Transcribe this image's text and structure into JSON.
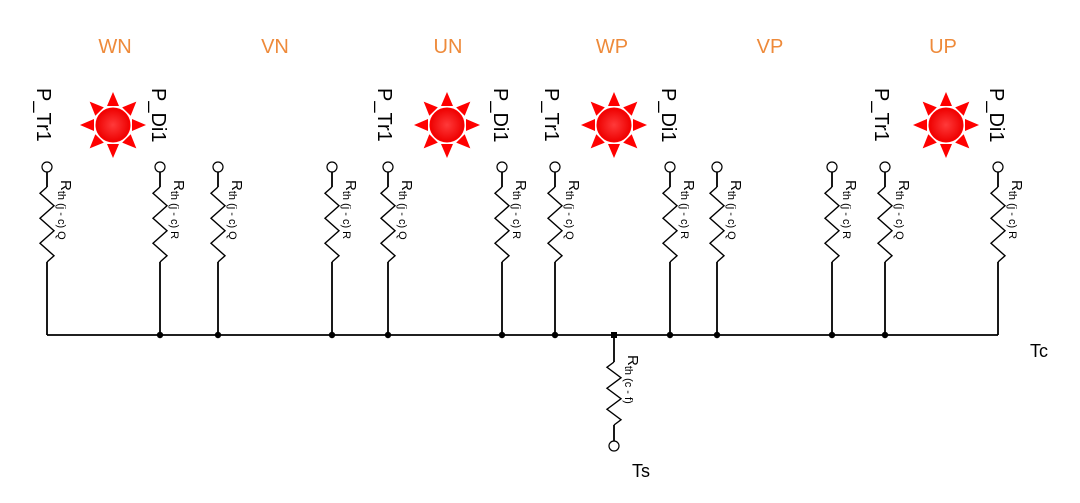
{
  "phases": [
    "WN",
    "VN",
    "UN",
    "WP",
    "VP",
    "UP"
  ],
  "heat_sources": {
    "phases": [
      "WN",
      "UN",
      "WP",
      "UP"
    ],
    "transistor_label": "P_Tr1",
    "diode_label": "P_Di1",
    "color": "#ff0000"
  },
  "resistors": {
    "symbol": "R",
    "transistor_subscript": "th (j - c) Q",
    "diode_subscript": "th (j - c) R",
    "case_subscript": "th (c - f)"
  },
  "nodes": {
    "case": "Tc",
    "sink": "Ts"
  },
  "colors": {
    "phase_label": "#ee8a3a",
    "heat_source": "#ff0000",
    "wire": "#000000"
  }
}
